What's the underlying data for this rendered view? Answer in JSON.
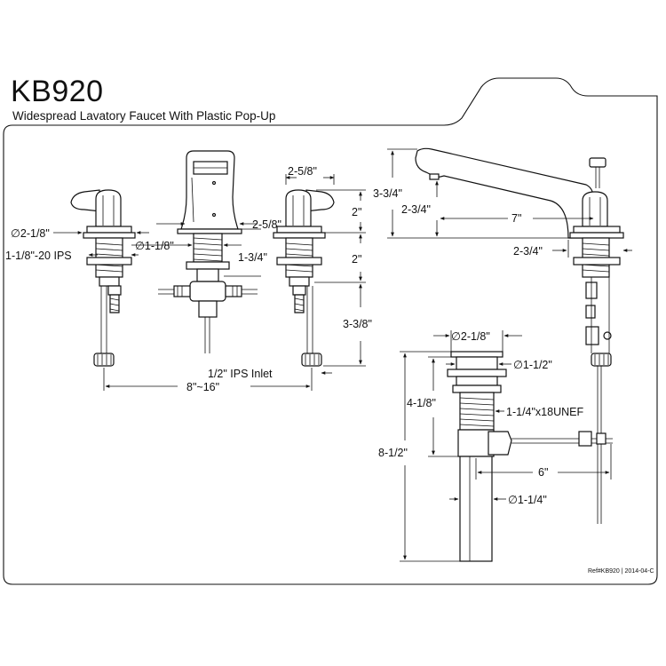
{
  "header": {
    "model": "KB920",
    "description": "Widespread Lavatory Faucet With Plastic Pop-Up"
  },
  "footer": {
    "reference": "Ref#KB920 | 2014-04-C"
  },
  "dimensions": {
    "handle_flange_dia": "∅2-1/8\"",
    "handle_thread": "1-1/8\"-20 IPS",
    "valve_body_dia": "∅1-1/8\"",
    "handle_height": "2-5/8\"",
    "handle_width": "2-5/8\"",
    "handle_top": "2\"",
    "shank_upper": "2\"",
    "spout_valve_height": "1-3/4\"",
    "shank_lower": "3-3/8\"",
    "inlet": "1/2\" IPS Inlet",
    "spread": "8\"~16\"",
    "spout_height": "3-3/4\"",
    "spout_outlet_height": "2-3/4\"",
    "spout_reach": "7\"",
    "spout_to_center": "2-3/4\"",
    "drain_flange_dia": "∅2-1/8\"",
    "drain_top_dia": "∅1-1/2\"",
    "drain_upper_length": "4-1/8\"",
    "drain_thread": "1-1/4\"x18UNEF",
    "drain_total_length": "8-1/2\"",
    "pivot_rod": "6\"",
    "tailpiece_dia": "∅1-1/4\""
  }
}
